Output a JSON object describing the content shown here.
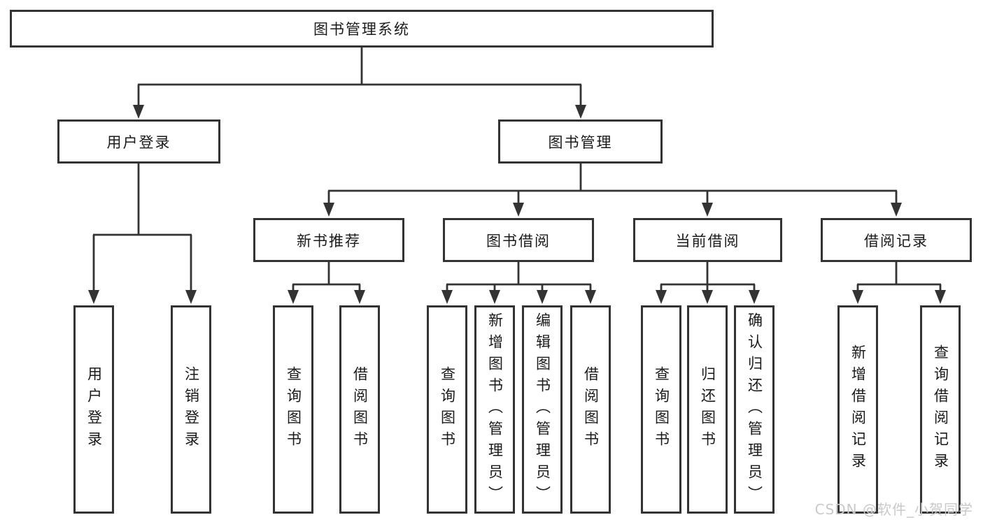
{
  "diagram": {
    "root": {
      "label": "图书管理系统"
    },
    "level2": [
      {
        "id": "user-login",
        "label": "用户登录"
      },
      {
        "id": "book-management",
        "label": "图书管理"
      }
    ],
    "level3": [
      {
        "id": "new-book-recommend",
        "label": "新书推荐"
      },
      {
        "id": "book-borrowing",
        "label": "图书借阅"
      },
      {
        "id": "current-borrowing",
        "label": "当前借阅"
      },
      {
        "id": "borrowing-records",
        "label": "借阅记录"
      }
    ],
    "leaves": {
      "user_login": [
        {
          "label": "用户登录"
        },
        {
          "label": "注销登录"
        }
      ],
      "new_book_recommend": [
        {
          "label": "查询图书"
        },
        {
          "label": "借阅图书"
        }
      ],
      "book_borrowing": [
        {
          "label": "查询图书"
        },
        {
          "label": "新增图书（管理员）"
        },
        {
          "label": "编辑图书（管理员）"
        },
        {
          "label": "借阅图书"
        }
      ],
      "current_borrowing": [
        {
          "label": "查询图书"
        },
        {
          "label": "归还图书"
        },
        {
          "label": "确认归还（管理员）"
        }
      ],
      "borrowing_records": [
        {
          "label": "新增借阅记录"
        },
        {
          "label": "查询借阅记录"
        }
      ]
    }
  },
  "watermark": {
    "text": "CSDN @软件_小贺同学",
    "color": "#c9c9c9"
  },
  "colors": {
    "line": "#333333",
    "text": "#1a1a1a",
    "background": "#ffffff",
    "box_fill": "#ffffff"
  }
}
